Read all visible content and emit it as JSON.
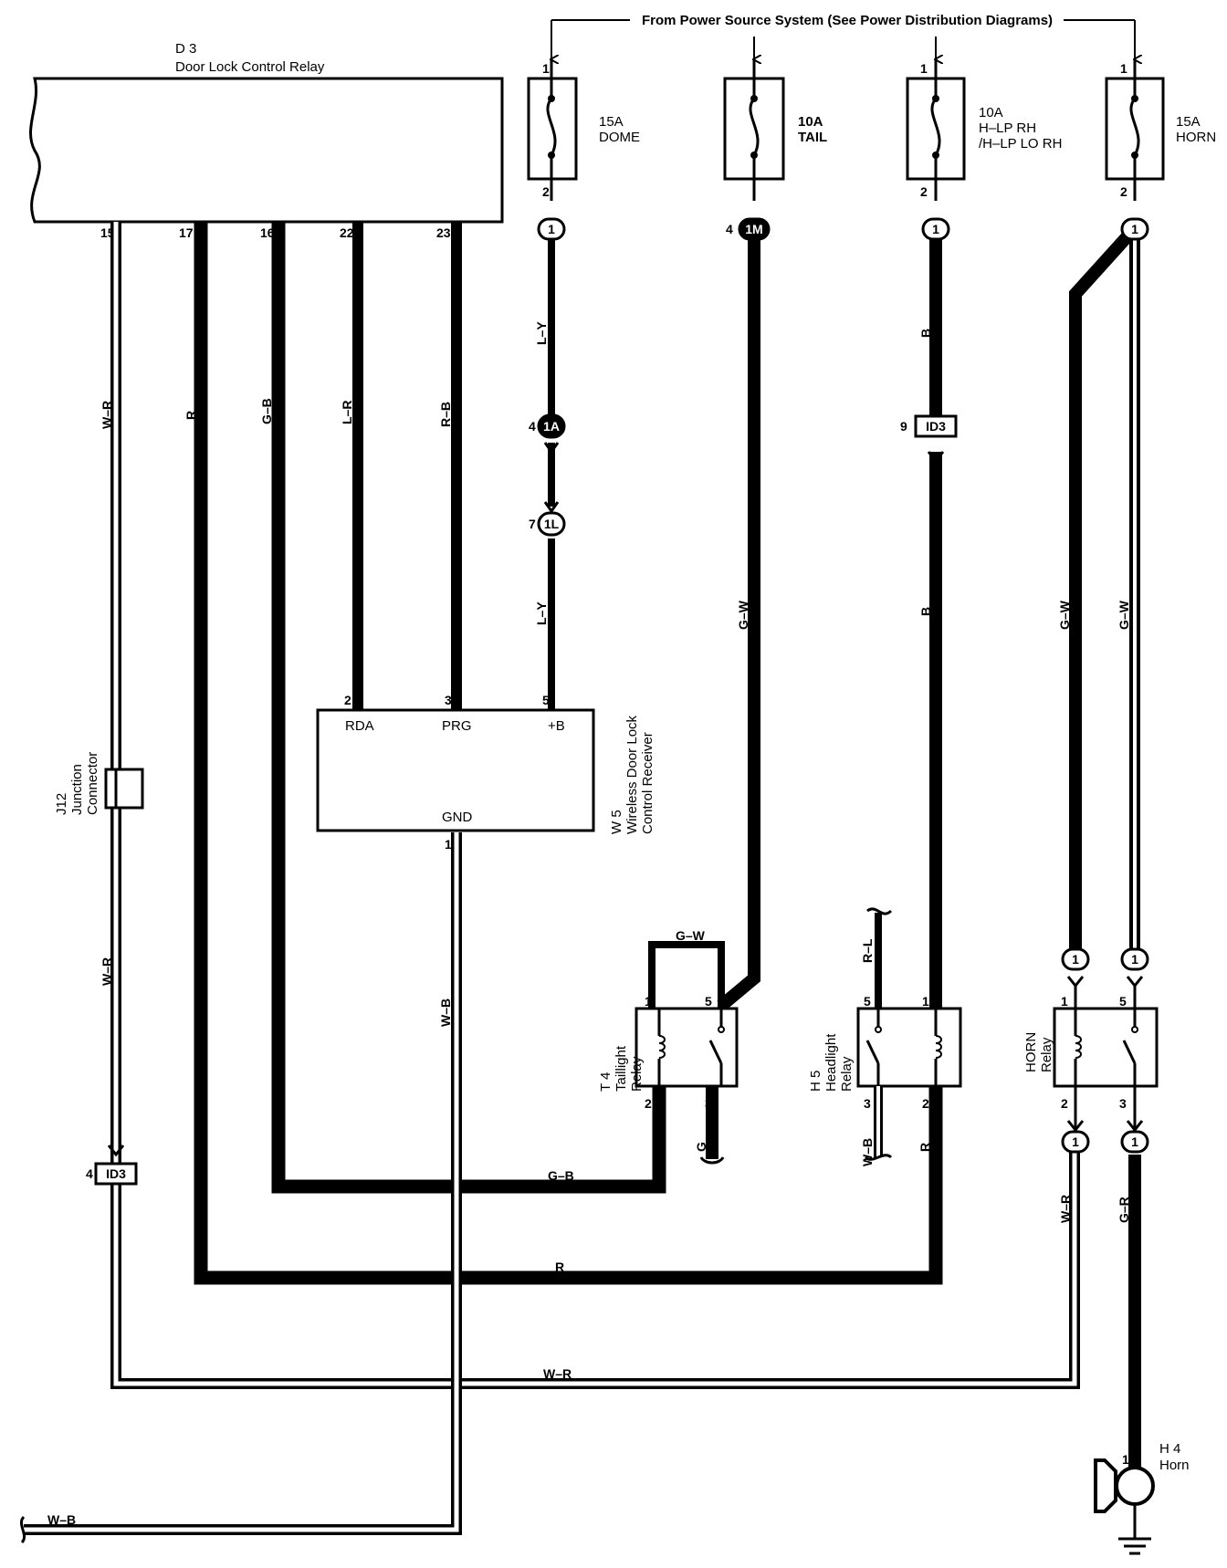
{
  "header": "From Power Source System (See Power Distribution Diagrams)",
  "relay_d3": {
    "id": "D 3",
    "name": "Door Lock Control Relay",
    "pins": [
      "15",
      "17",
      "16",
      "22",
      "23"
    ]
  },
  "fuses": [
    {
      "amp": "15A",
      "name": "DOME",
      "name2": "",
      "pin_in": "1",
      "pin_out": "2"
    },
    {
      "amp": "10A",
      "name": "TAIL",
      "name2": "",
      "pin_in": "",
      "pin_out": ""
    },
    {
      "amp": "10A",
      "name": "H–LP RH",
      "name2": "/H–LP LO RH",
      "pin_in": "1",
      "pin_out": "2"
    },
    {
      "amp": "15A",
      "name": "HORN",
      "name2": "",
      "pin_in": "1",
      "pin_out": "2"
    }
  ],
  "connectors": {
    "dome_top": "1",
    "tail_top": "1M",
    "tail_pin": "4",
    "hlp_top": "1",
    "horn_top": "1",
    "dome_mid1": "1A",
    "dome_mid1_pin": "4",
    "dome_mid2": "1L",
    "dome_mid2_pin": "7",
    "hlp_mid": "ID3",
    "hlp_mid_pin": "9",
    "left_id3": "ID3",
    "left_id3_pin": "4",
    "horn_relay_in1": "1",
    "horn_relay_in2": "1",
    "horn_relay_out1": "1",
    "horn_relay_out2": "1"
  },
  "wire_colors": {
    "wr": "W–R",
    "r": "R",
    "gb": "G–B",
    "lr": "L–R",
    "rb": "R–B",
    "ly": "L–Y",
    "gw": "G–W",
    "b": "B",
    "wb": "W–B",
    "rl": "R–L",
    "g": "G",
    "gr": "G–R"
  },
  "receiver": {
    "id": "W 5",
    "name1": "Wireless Door Lock",
    "name2": "Control Receiver",
    "rda": "RDA",
    "prg": "PRG",
    "plus_b": "+B",
    "gnd": "GND",
    "pin_rda": "2",
    "pin_prg": "3",
    "pin_b": "5",
    "pin_gnd": "1"
  },
  "junction": {
    "id": "J12",
    "name1": "Junction",
    "name2": "Connector"
  },
  "tail_relay": {
    "id": "T 4",
    "name1": "Taillight",
    "name2": "Relay",
    "p1": "1",
    "p2": "2",
    "p3": "3",
    "p5": "5"
  },
  "head_relay": {
    "id": "H 5",
    "name1": "Headlight",
    "name2": "Relay",
    "p1": "1",
    "p2": "2",
    "p3": "3",
    "p5": "5"
  },
  "horn_relay": {
    "name1": "HORN",
    "name2": "Relay",
    "p1": "1",
    "p2": "2",
    "p3": "3",
    "p5": "5"
  },
  "horn": {
    "id": "H 4",
    "name": "Horn",
    "pin": "1"
  },
  "colors": {
    "ink": "#000000",
    "paper": "#ffffff"
  }
}
